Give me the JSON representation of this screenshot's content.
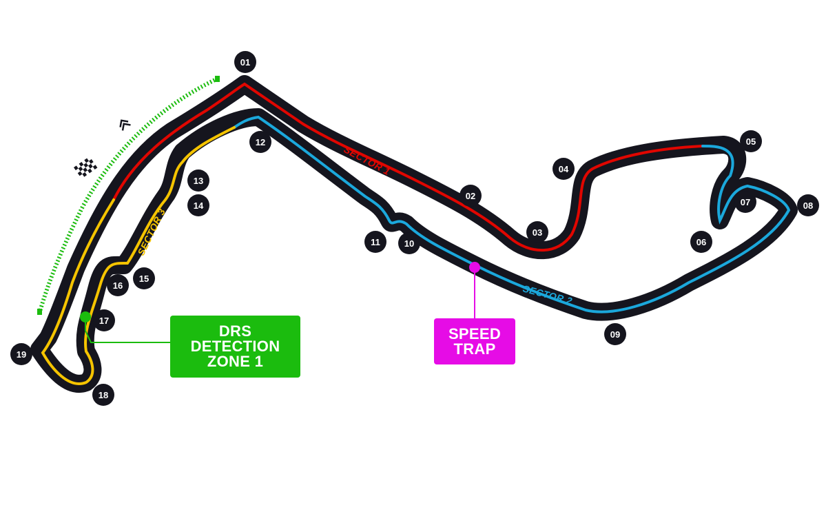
{
  "turns": [
    {
      "id": "01",
      "label": "01"
    },
    {
      "id": "02",
      "label": "02"
    },
    {
      "id": "03",
      "label": "03"
    },
    {
      "id": "04",
      "label": "04"
    },
    {
      "id": "05",
      "label": "05"
    },
    {
      "id": "06",
      "label": "06"
    },
    {
      "id": "07",
      "label": "07"
    },
    {
      "id": "08",
      "label": "08"
    },
    {
      "id": "09",
      "label": "09"
    },
    {
      "id": "10",
      "label": "10"
    },
    {
      "id": "11",
      "label": "11"
    },
    {
      "id": "12",
      "label": "12"
    },
    {
      "id": "13",
      "label": "13"
    },
    {
      "id": "14",
      "label": "14"
    },
    {
      "id": "15",
      "label": "15"
    },
    {
      "id": "16",
      "label": "16"
    },
    {
      "id": "17",
      "label": "17"
    },
    {
      "id": "18",
      "label": "18"
    },
    {
      "id": "19",
      "label": "19"
    }
  ],
  "sectors": [
    {
      "name": "SECTOR 1",
      "color": "#e10600"
    },
    {
      "name": "SECTOR 2",
      "color": "#1ba8dc"
    },
    {
      "name": "SECTOR 3",
      "color": "#f5c400"
    }
  ],
  "drs": {
    "label_line1": "DRS",
    "label_line2": "DETECTION",
    "label_line3": "ZONE 1",
    "color": "#1bbc0e"
  },
  "speed_trap": {
    "label_line1": "SPEED",
    "label_line2": "TRAP",
    "color": "#e60ce6"
  },
  "colors": {
    "track": "#15151e",
    "drs_zone_dashes": "#1bbc0e",
    "turn_badge": "#15151e"
  },
  "icons": {
    "start_finish": "checkered-flag-icon",
    "drs_zone": "double-chevron-icon"
  }
}
